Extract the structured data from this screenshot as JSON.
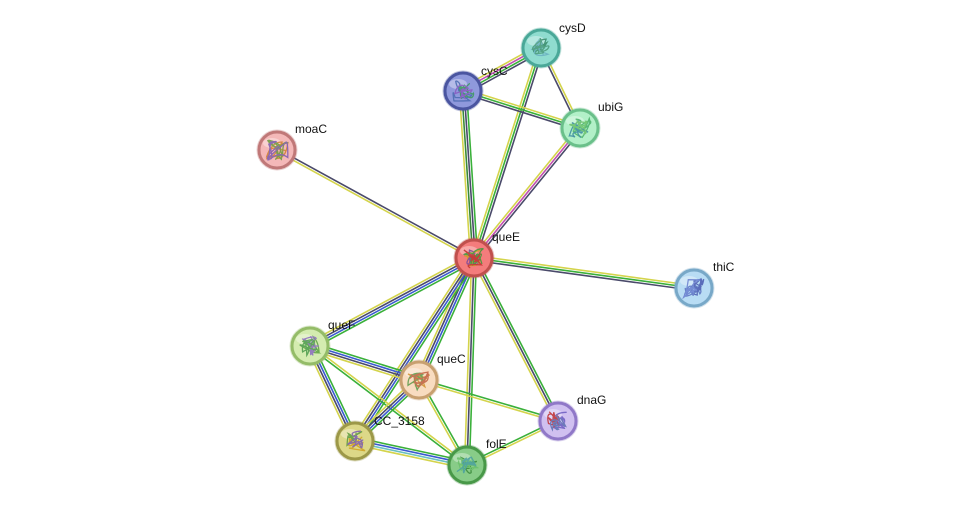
{
  "network": {
    "nodes": [
      {
        "id": "queE",
        "label": "queE",
        "fill": "#f47c7c",
        "stroke": "#c0504d",
        "glyph": [
          "#7a4a9a",
          "#d4a020",
          "#3a9a3a",
          "#c03030"
        ]
      },
      {
        "id": "cysD",
        "label": "cysD",
        "fill": "#8fdccf",
        "stroke": "#4aa898",
        "glyph": [
          "#3a8a6a",
          "#6ab0c0",
          "#4a9a7a"
        ]
      },
      {
        "id": "cysC",
        "label": "cysC",
        "fill": "#8f99dc",
        "stroke": "#4a55a0",
        "glyph": [
          "#4a6ab0",
          "#3a9a5a",
          "#8a5ac0"
        ]
      },
      {
        "id": "ubiG",
        "label": "ubiG",
        "fill": "#b2f0c8",
        "stroke": "#6ac08a",
        "glyph": [
          "#4ab06a",
          "#3a8aa0",
          "#6ac06a"
        ]
      },
      {
        "id": "moaC",
        "label": "moaC",
        "fill": "#f4b8b8",
        "stroke": "#c07878",
        "glyph": [
          "#d08030",
          "#6a9a3a",
          "#7a5ab0"
        ]
      },
      {
        "id": "thiC",
        "label": "thiC",
        "fill": "#b8dcf4",
        "stroke": "#78a8c8",
        "glyph": [
          "#5a70c0",
          "#4a5ab0",
          "#6a80d0"
        ]
      },
      {
        "id": "queF",
        "label": "queF",
        "fill": "#d4ecb0",
        "stroke": "#94bc68",
        "glyph": [
          "#5aa040",
          "#8a6ac0",
          "#4a9a4a"
        ]
      },
      {
        "id": "queC",
        "label": "queC",
        "fill": "#f8dcc0",
        "stroke": "#c8a070",
        "glyph": [
          "#d09030",
          "#5a9a4a",
          "#c06040"
        ]
      },
      {
        "id": "dnaG",
        "label": "dnaG",
        "fill": "#d0c0f0",
        "stroke": "#9078c8",
        "glyph": [
          "#6a5ac0",
          "#c03030",
          "#5a70b0"
        ]
      },
      {
        "id": "CC_3158",
        "label": "CC_3158",
        "fill": "#dcd888",
        "stroke": "#9c9848",
        "glyph": [
          "#d0a020",
          "#5a9a3a",
          "#7a5ab0"
        ]
      },
      {
        "id": "folE",
        "label": "folE",
        "fill": "#88cc88",
        "stroke": "#489848",
        "glyph": [
          "#3a8a3a",
          "#6ac06a",
          "#4aa0a0"
        ]
      }
    ],
    "edges": [
      {
        "source": "queE",
        "target": "moaC",
        "colors": [
          "#d4d44c",
          "#4a4a6a"
        ]
      },
      {
        "source": "queE",
        "target": "cysC",
        "colors": [
          "#d4d44c",
          "#3a8a3a",
          "#4a4a6a",
          "#3ab03a"
        ]
      },
      {
        "source": "queE",
        "target": "cysD",
        "colors": [
          "#d4d44c",
          "#3ab03a",
          "#4a4a6a"
        ]
      },
      {
        "source": "queE",
        "target": "ubiG",
        "colors": [
          "#d4d44c",
          "#c050b0",
          "#4a4a6a"
        ]
      },
      {
        "source": "queE",
        "target": "thiC",
        "colors": [
          "#d4d44c",
          "#3ab03a",
          "#4a4a6a"
        ]
      },
      {
        "source": "queE",
        "target": "queF",
        "colors": [
          "#3ab03a",
          "#3a5ad0",
          "#4a4a6a",
          "#d4d44c"
        ]
      },
      {
        "source": "queE",
        "target": "queC",
        "colors": [
          "#3ab03a",
          "#3a5ad0",
          "#4a4a6a",
          "#d4d44c"
        ]
      },
      {
        "source": "queE",
        "target": "CC_3158",
        "colors": [
          "#3ab03a",
          "#3a5ad0",
          "#4a4a6a",
          "#d4d44c"
        ]
      },
      {
        "source": "queE",
        "target": "folE",
        "colors": [
          "#3ab03a",
          "#4a4a6a",
          "#d4d44c"
        ]
      },
      {
        "source": "queE",
        "target": "dnaG",
        "colors": [
          "#3ab03a",
          "#4a4a6a",
          "#d4d44c"
        ]
      },
      {
        "source": "cysC",
        "target": "cysD",
        "colors": [
          "#d4d44c",
          "#c050b0",
          "#3ab03a",
          "#4a4a6a"
        ]
      },
      {
        "source": "cysC",
        "target": "ubiG",
        "colors": [
          "#d4d44c",
          "#3ab03a",
          "#4a4a6a"
        ]
      },
      {
        "source": "cysD",
        "target": "ubiG",
        "colors": [
          "#d4d44c",
          "#4a4a6a"
        ]
      },
      {
        "source": "queF",
        "target": "queC",
        "colors": [
          "#3ab03a",
          "#3a5ad0",
          "#4a4a6a",
          "#d4d44c"
        ]
      },
      {
        "source": "queF",
        "target": "CC_3158",
        "colors": [
          "#3ab03a",
          "#3a5ad0",
          "#4a4a6a",
          "#d4d44c"
        ]
      },
      {
        "source": "queF",
        "target": "folE",
        "colors": [
          "#d4d44c",
          "#3ab03a"
        ]
      },
      {
        "source": "queC",
        "target": "CC_3158",
        "colors": [
          "#3ab03a",
          "#3a5ad0",
          "#4a4a6a",
          "#d4d44c"
        ]
      },
      {
        "source": "queC",
        "target": "folE",
        "colors": [
          "#3ab03a",
          "#d4d44c"
        ]
      },
      {
        "source": "queC",
        "target": "dnaG",
        "colors": [
          "#3ab03a",
          "#d4d44c"
        ]
      },
      {
        "source": "CC_3158",
        "target": "folE",
        "colors": [
          "#3ab03a",
          "#3a5ad0",
          "#6ac0c0",
          "#d4d44c"
        ]
      },
      {
        "source": "folE",
        "target": "dnaG",
        "colors": [
          "#3ab03a",
          "#d4d44c"
        ]
      }
    ]
  }
}
